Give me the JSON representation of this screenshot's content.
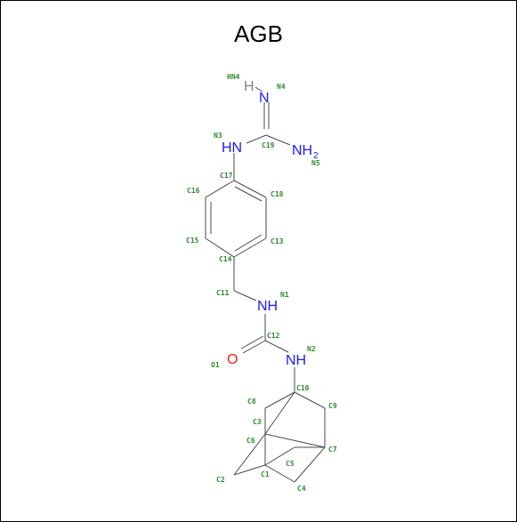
{
  "title": "AGB",
  "colors": {
    "bond": "#4a4a4a",
    "nitrogen": "#1a1aff",
    "oxygen": "#ff1a1a",
    "hydrogen": "#808080",
    "atom_label": "#2e8b2e"
  },
  "atoms": {
    "H": "H",
    "N4": "N",
    "N3": "HN",
    "N5": "NH",
    "N5_sub": "2",
    "N1": "NH",
    "N2": "NH",
    "O1": "O"
  },
  "labels": {
    "HN4": "HN4",
    "N4": "N4",
    "N3": "N3",
    "C19": "C19",
    "N5": "N5",
    "C17": "C17",
    "C16": "C16",
    "C18": "C18",
    "C15": "C15",
    "C13": "C13",
    "C14": "C14",
    "C11": "C11",
    "N1": "N1",
    "C12": "C12",
    "N2": "N2",
    "O1": "O1",
    "C10": "C10",
    "C8": "C8",
    "C9": "C9",
    "C3": "C3",
    "C6": "C6",
    "C7": "C7",
    "C5": "C5",
    "C2": "C2",
    "C1": "C1",
    "C4": "C4"
  }
}
